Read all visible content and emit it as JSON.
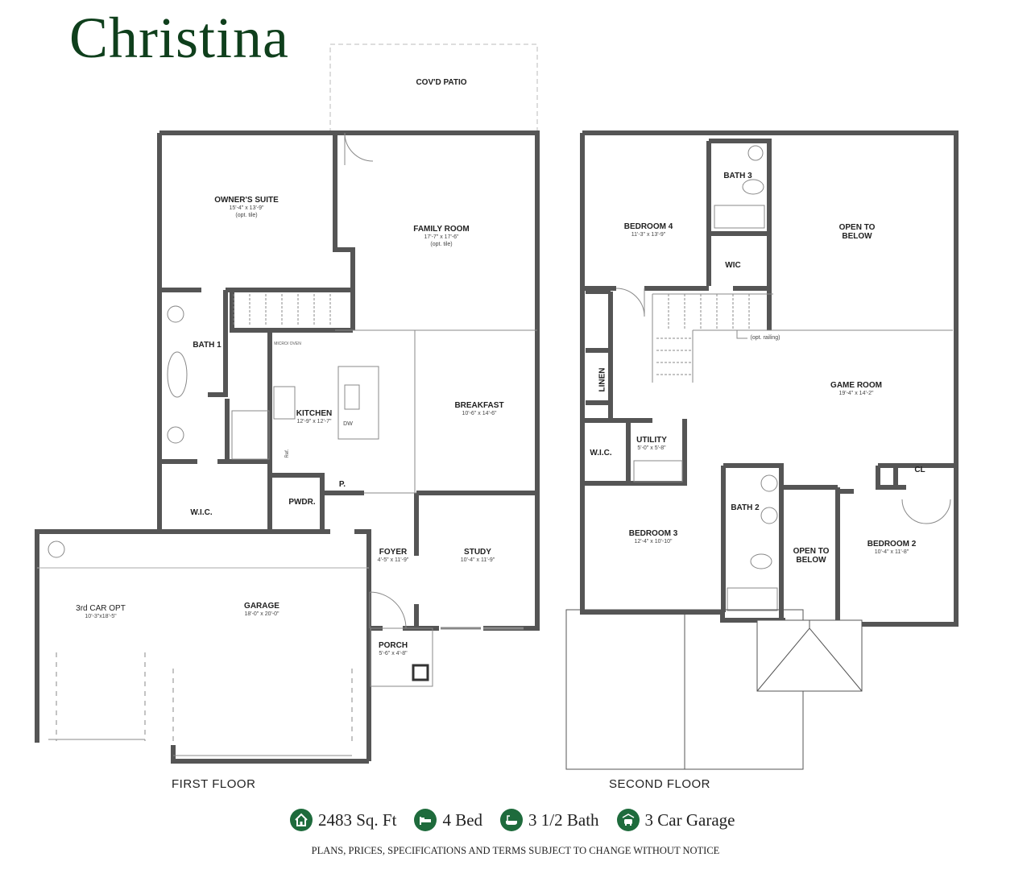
{
  "title": "Christina",
  "first_floor": {
    "label": "FIRST FLOOR",
    "rooms": [
      {
        "name": "COV'D PATIO",
        "dims": ""
      },
      {
        "name": "OWNER'S SUITE",
        "dims": "15'-4\" x 13'-9\"",
        "note": "(opt. tile)"
      },
      {
        "name": "FAMILY ROOM",
        "dims": "17'-7\" x 17'-6\"",
        "note": "(opt. tile)"
      },
      {
        "name": "BATH 1",
        "dims": ""
      },
      {
        "name": "KITCHEN",
        "dims": "12'-9\" x 12'-7\""
      },
      {
        "name": "BREAKFAST",
        "dims": "10'-6\" x 14'-6\""
      },
      {
        "name": "W.I.C.",
        "dims": ""
      },
      {
        "name": "PWDR.",
        "dims": ""
      },
      {
        "name": "P.",
        "dims": ""
      },
      {
        "name": "FOYER",
        "dims": "4'-5\" x 11'-9\""
      },
      {
        "name": "STUDY",
        "dims": "10'-4\" x 11'-9\""
      },
      {
        "name": "3rd CAR OPT",
        "dims": "10'-3\"x18'-5\""
      },
      {
        "name": "GARAGE",
        "dims": "18'-0\" x 20'-0\""
      },
      {
        "name": "PORCH",
        "dims": "5'-6\" x 4'-8\""
      }
    ],
    "fixtures": {
      "microwave": "MICRO/ OVEN",
      "dw": "DW",
      "ref": "Ref."
    }
  },
  "second_floor": {
    "label": "SECOND FLOOR",
    "rooms": [
      {
        "name": "BEDROOM 4",
        "dims": "11'-3\" x 13'-9\""
      },
      {
        "name": "BATH 3",
        "dims": ""
      },
      {
        "name": "WIC",
        "dims": ""
      },
      {
        "name": "OPEN TO BELOW",
        "dims": ""
      },
      {
        "name": "LINEN",
        "dims": ""
      },
      {
        "name": "GAME ROOM",
        "dims": "19'-4\" x 14'-2\""
      },
      {
        "name": "W.I.C.",
        "dims": ""
      },
      {
        "name": "UTILITY",
        "dims": "5'-0\" x 5'-8\""
      },
      {
        "name": "BATH 2",
        "dims": ""
      },
      {
        "name": "CL",
        "dims": ""
      },
      {
        "name": "BEDROOM 3",
        "dims": "12'-4\" x 10'-10\""
      },
      {
        "name": "OPEN TO BELOW",
        "dims": ""
      },
      {
        "name": "BEDROOM 2",
        "dims": "10'-4\" x 11'-8\""
      }
    ],
    "railing_note": "(opt. railing)"
  },
  "stats": [
    {
      "icon": "house-icon",
      "text": "2483 Sq. Ft"
    },
    {
      "icon": "bed-icon",
      "text": "4 Bed"
    },
    {
      "icon": "bathtub-icon",
      "text": "3 1/2 Bath"
    },
    {
      "icon": "garage-car-icon",
      "text": "3 Car Garage"
    }
  ],
  "disclaimer": "PLANS, PRICES, SPECIFICATIONS AND TERMS SUBJECT TO CHANGE WITHOUT NOTICE",
  "colors": {
    "brand_green": "#1e6b3c",
    "title_green": "#0f3f1c",
    "wall": "#555555"
  }
}
